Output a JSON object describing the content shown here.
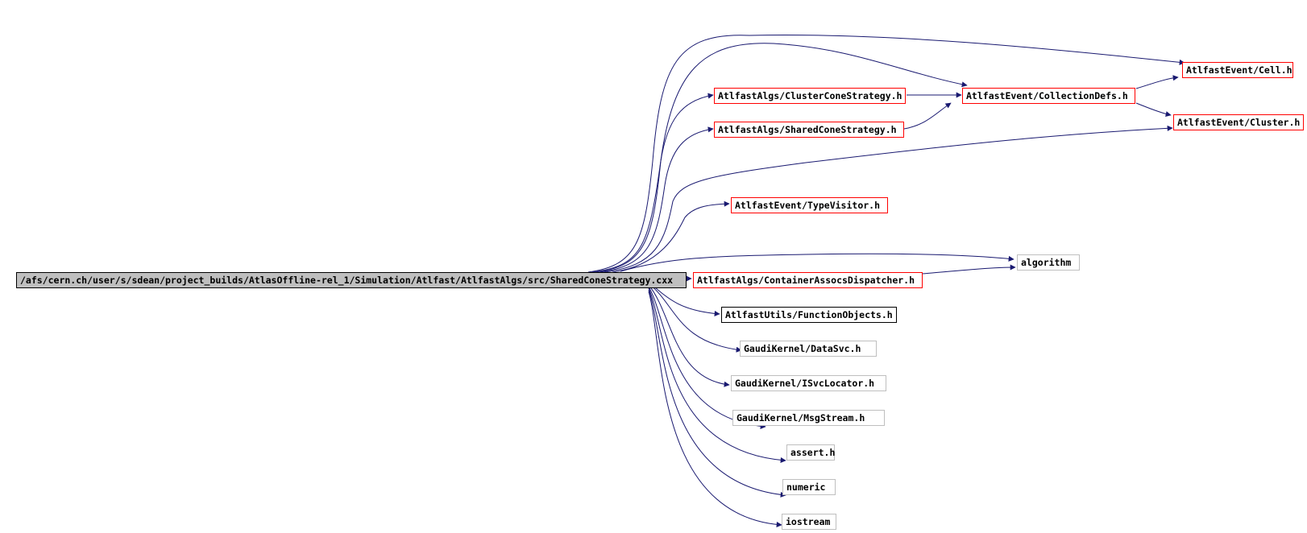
{
  "graph": {
    "edge_color": "#191970",
    "root": {
      "label": "/afs/cern.ch/user/s/sdean/project_builds/AtlasOffline-rel_1/Simulation/Atlfast/AtlfastAlgs/src/SharedConeStrategy.cxx",
      "fill": "#bfbfbf"
    },
    "nodes": {
      "cell": {
        "label": "AtlfastEvent/Cell.h",
        "border": "#ff0000"
      },
      "collectiondefs": {
        "label": "AtlfastEvent/CollectionDefs.h",
        "border": "#ff0000"
      },
      "clusterconestrategy": {
        "label": "AtlfastAlgs/ClusterConeStrategy.h",
        "border": "#ff0000"
      },
      "cluster": {
        "label": "AtlfastEvent/Cluster.h",
        "border": "#ff0000"
      },
      "sharedconestrategy": {
        "label": "AtlfastAlgs/SharedConeStrategy.h",
        "border": "#ff0000"
      },
      "typevisitor": {
        "label": "AtlfastEvent/TypeVisitor.h",
        "border": "#ff0000"
      },
      "algorithm": {
        "label": "algorithm",
        "border": "#bfbfbf"
      },
      "containerassocsdispatcher": {
        "label": "AtlfastAlgs/ContainerAssocsDispatcher.h",
        "border": "#ff0000"
      },
      "functionobjects": {
        "label": "AtlfastUtils/FunctionObjects.h",
        "border": "#000000"
      },
      "datasvc": {
        "label": "GaudiKernel/DataSvc.h",
        "border": "#bfbfbf"
      },
      "isvclocator": {
        "label": "GaudiKernel/ISvcLocator.h",
        "border": "#bfbfbf"
      },
      "msgstream": {
        "label": "GaudiKernel/MsgStream.h",
        "border": "#bfbfbf"
      },
      "assert": {
        "label": "assert.h",
        "border": "#bfbfbf"
      },
      "numeric": {
        "label": "numeric",
        "border": "#bfbfbf"
      },
      "iostream": {
        "label": "iostream",
        "border": "#bfbfbf"
      }
    }
  }
}
